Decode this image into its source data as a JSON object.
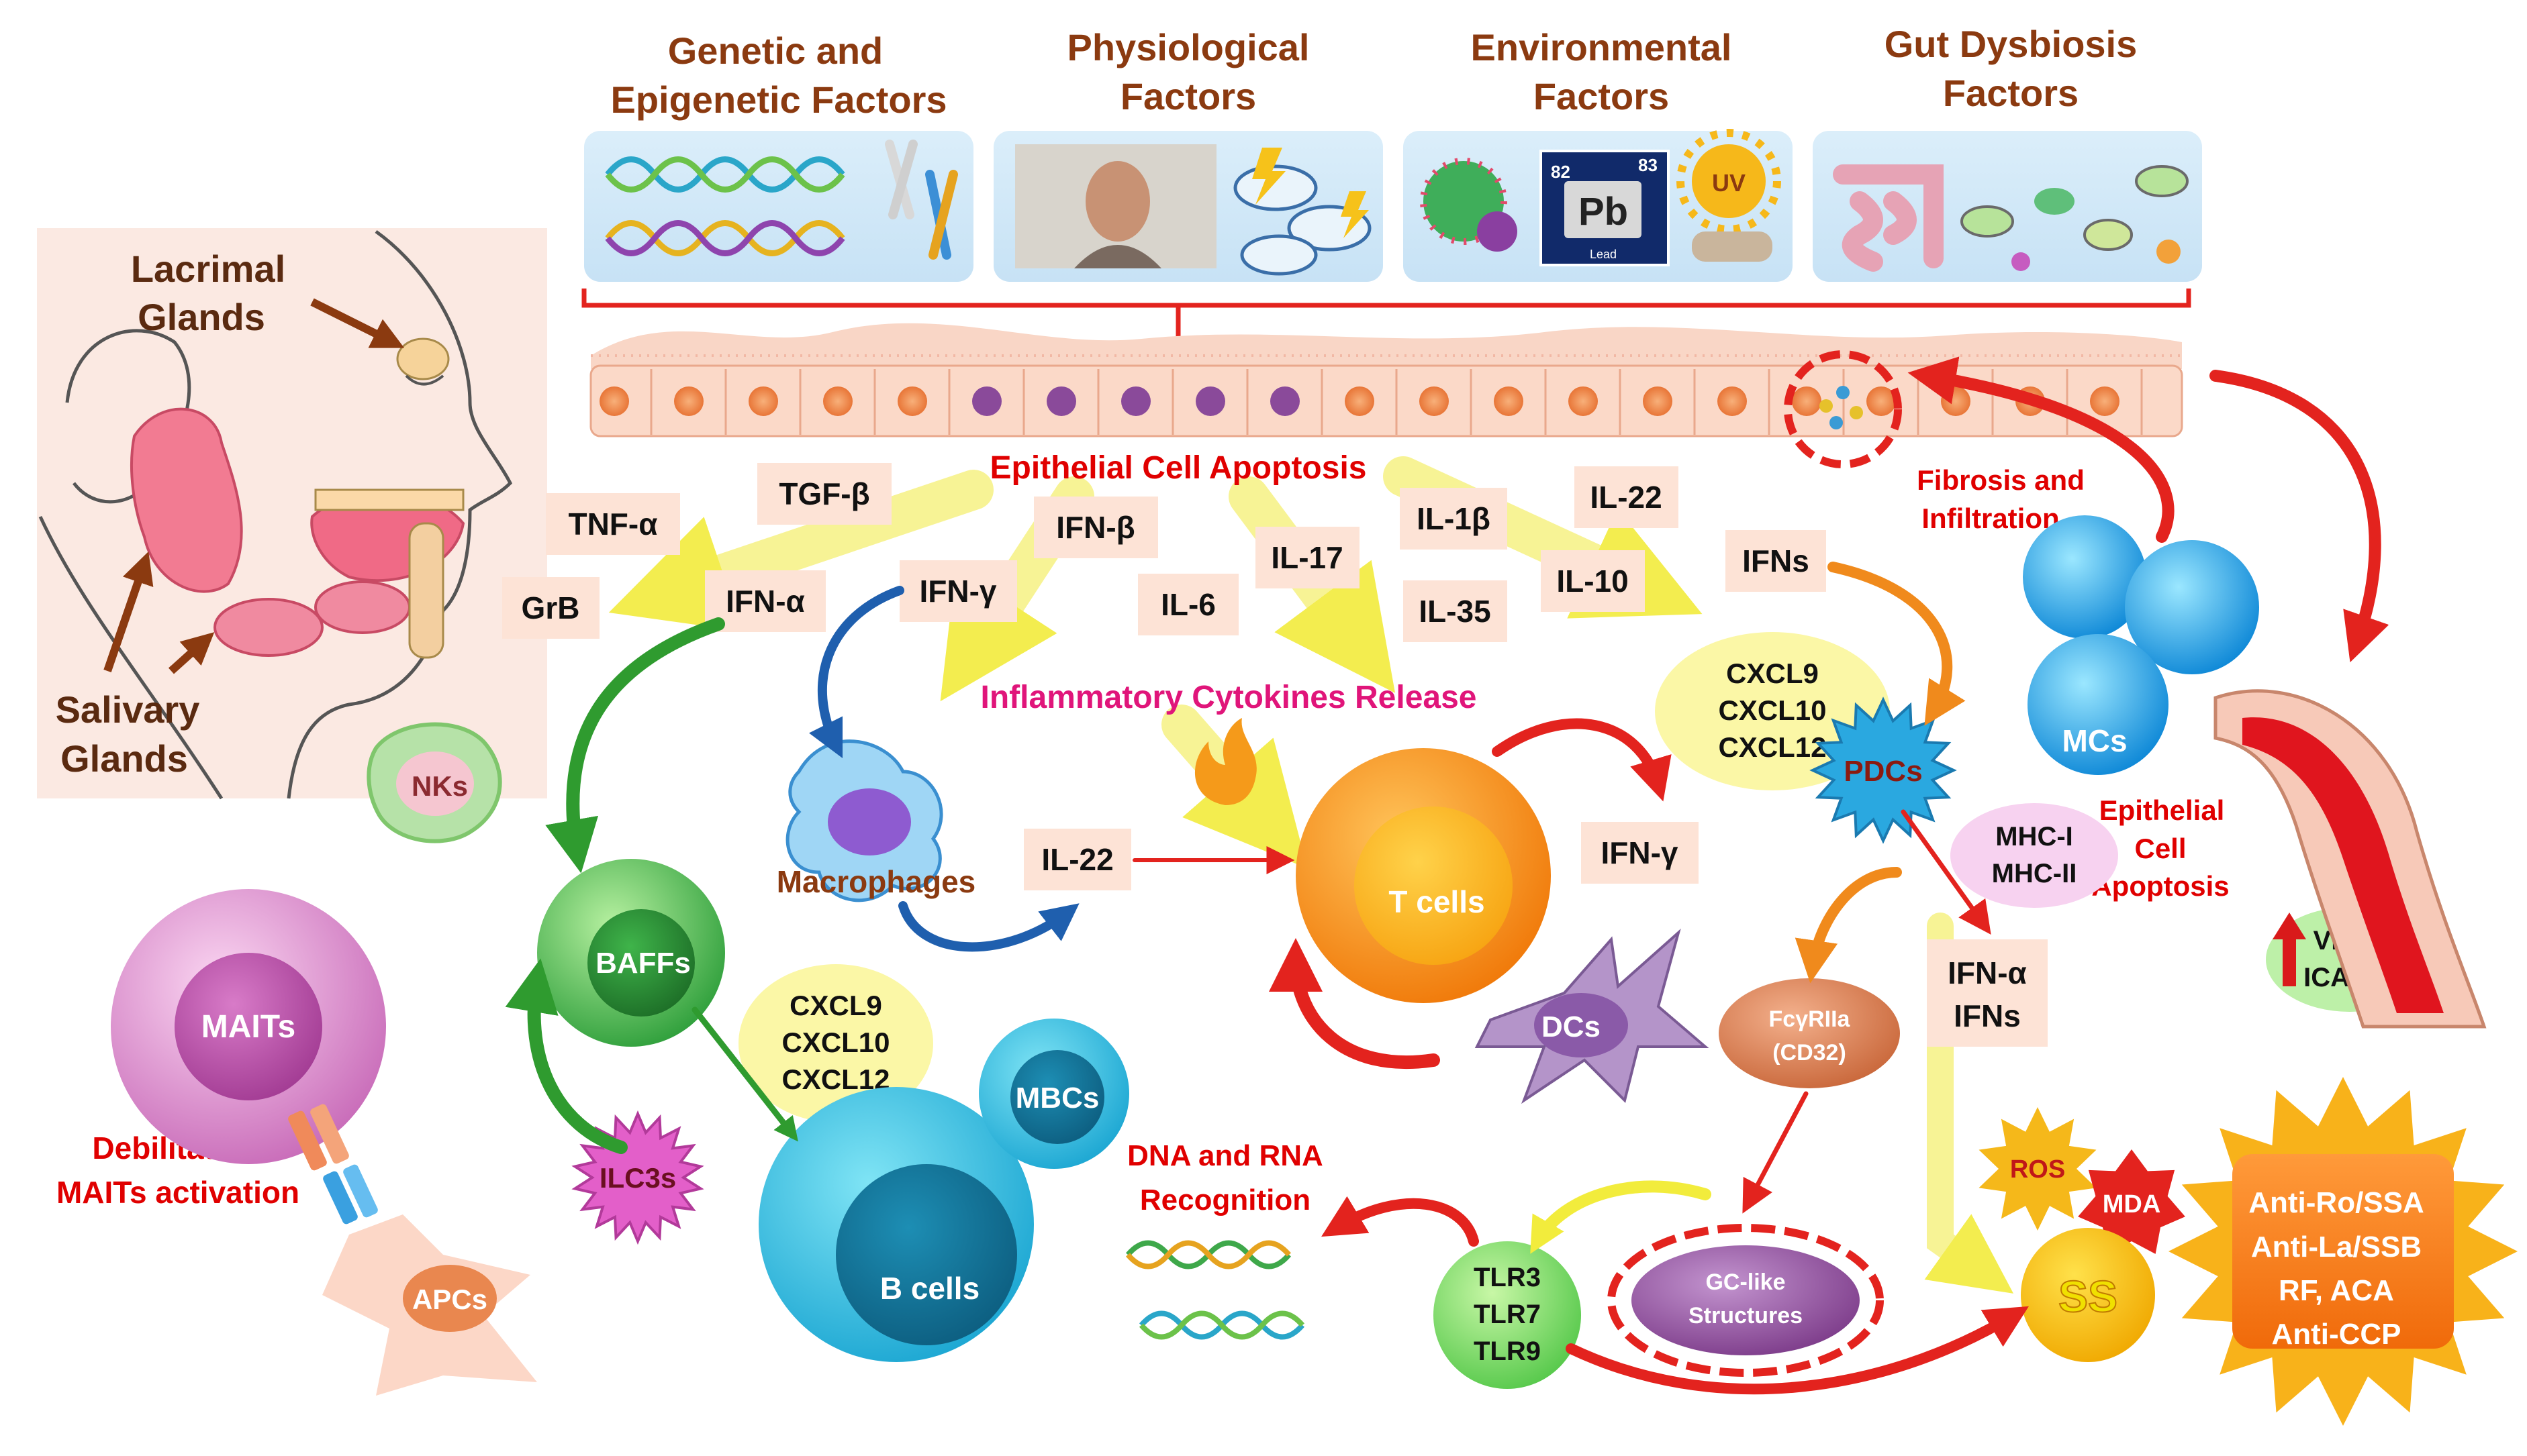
{
  "factors": {
    "genetic": {
      "line1": "Genetic and",
      "line2": "Epigenetic Factors"
    },
    "physiological": {
      "line1": "Physiological",
      "line2": "Factors"
    },
    "environmental": {
      "line1": "Environmental",
      "line2": "Factors",
      "element_number_left": "82",
      "element_number_right": "83",
      "element_symbol": "Pb",
      "element_name": "Lead",
      "uv": "UV"
    },
    "gut": {
      "line1": "Gut Dysbiosis",
      "line2": "Factors"
    }
  },
  "glands": {
    "lacrimal": {
      "line1": "Lacrimal",
      "line2": "Glands"
    },
    "salivary": {
      "line1": "Salivary",
      "line2": "Glands"
    }
  },
  "headings": {
    "epithelial_apoptosis": "Epithelial Cell Apoptosis",
    "inflammatory_release": "Inflammatory Cytokines Release",
    "fibrosis": {
      "line1": "Fibrosis and",
      "line2": "Infiltration"
    },
    "epithelial_apoptosis_right": {
      "line1": "Epithelial",
      "line2": "Cell",
      "line3": "Apoptosis"
    },
    "dna_rna": {
      "line1": "DNA and RNA",
      "line2": "Recognition"
    },
    "debilitated": {
      "line1": "Debilitated",
      "line2": "MAITs activation"
    },
    "macrophages": "Macrophages"
  },
  "cytokines": {
    "tnf": "TNF-α",
    "tgf": "TGF-β",
    "grb": "GrB",
    "ifna": "IFN-α",
    "ifnb": "IFN-β",
    "ifng": "IFN-γ",
    "il6": "IL-6",
    "il17": "IL-17",
    "il1b": "IL-1β",
    "il35": "IL-35",
    "il22_top": "IL-22",
    "il10": "IL-10",
    "ifns": "IFNs",
    "il22_mid": "IL-22",
    "ifng_right": "IFN-γ",
    "ifna_ifns": {
      "line1": "IFN-α",
      "line2": "IFNs"
    }
  },
  "chemokines": {
    "right": {
      "line1": "CXCL9",
      "line2": "CXCL10",
      "line3": "CXCL12"
    },
    "left": {
      "line1": "CXCL9",
      "line2": "CXCL10",
      "line3": "CXCL12"
    },
    "mhc": {
      "line1": "MHC-I",
      "line2": "MHC-II"
    },
    "vegf": {
      "line1": "VEGF",
      "line2": "ICAM-1"
    }
  },
  "cells": {
    "nks": "NKs",
    "maits": "MAITs",
    "apcs": "APCs",
    "baffs": "BAFFs",
    "ilc3s": "ILC3s",
    "mbcs": "MBCs",
    "bcells": "B cells",
    "tcells": "T cells",
    "dcs": "DCs",
    "pdcs": "PDCs",
    "mcs": "MCs",
    "fcg": {
      "line1": "FcγRIIa",
      "line2": "(CD32)"
    },
    "gc": {
      "line1": "GC-like",
      "line2": "Structures"
    },
    "tlr": {
      "line1": "TLR3",
      "line2": "TLR7",
      "line3": "TLR9"
    },
    "ros": "ROS",
    "mda": "MDA",
    "ss": "SS"
  },
  "antibodies": {
    "line1": "Anti-Ro/SSA",
    "line2": "Anti-La/SSB",
    "line3": "RF, ACA",
    "line4": "Anti-CCP"
  },
  "colors": {
    "factor_title": "#8b3a10",
    "red_text": "#e00000",
    "magenta_text": "#e0157a",
    "cytokine_box": "#fde3d6",
    "yellow_ellipse": "#fbf7a6",
    "arrow_red": "#e3231e",
    "arrow_green": "#2f9b2f",
    "arrow_blue": "#1f5fae",
    "arrow_orange": "#f08a1c",
    "arrow_yellow": "#f2ec3c"
  }
}
